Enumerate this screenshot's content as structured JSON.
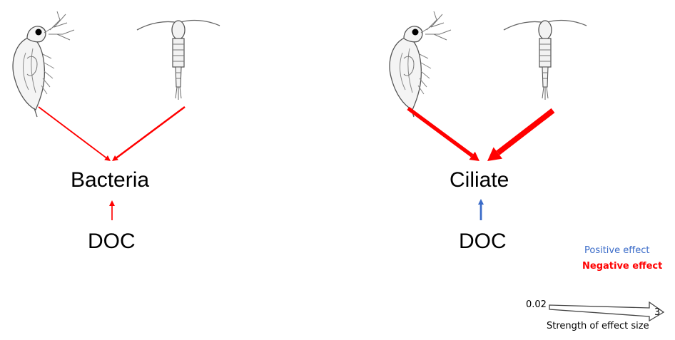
{
  "panels": [
    {
      "node_label": "Bacteria",
      "driver_label": "DOC",
      "effects": [
        {
          "from": "daphnia",
          "sign": "negative",
          "strength": 0.3
        },
        {
          "from": "copepod",
          "sign": "negative",
          "strength": 0.6
        },
        {
          "from": "DOC",
          "sign": "negative",
          "strength": 0.2
        }
      ]
    },
    {
      "node_label": "Ciliate",
      "driver_label": "DOC",
      "effects": [
        {
          "from": "daphnia",
          "sign": "negative",
          "strength": 1.9
        },
        {
          "from": "copepod",
          "sign": "negative",
          "strength": 3.0
        },
        {
          "from": "DOC",
          "sign": "positive",
          "strength": 0.7
        }
      ]
    }
  ],
  "legend": {
    "positive_label": "Positive effect",
    "negative_label": "Negative effect",
    "scale_min": "0.02",
    "scale_max": "3",
    "scale_caption": "Strength of effect size"
  },
  "colors": {
    "positive": "#3a6bc8",
    "negative": "#ff0000",
    "drawing": "#555555"
  },
  "icons": [
    "daphnia-icon",
    "copepod-icon"
  ]
}
